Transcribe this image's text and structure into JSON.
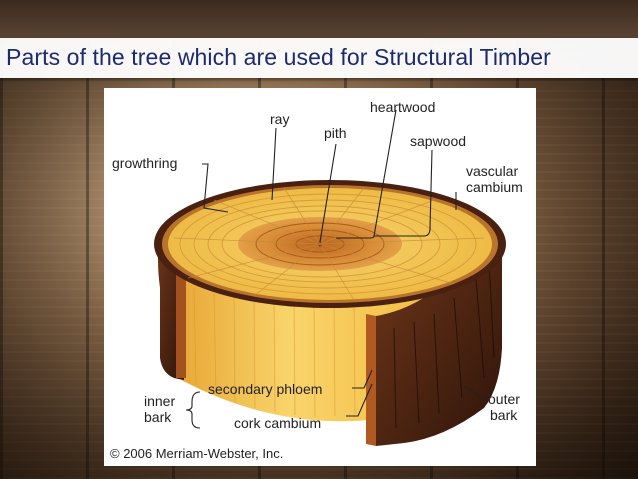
{
  "slide": {
    "title": "Parts of the tree which are used for Structural Timber"
  },
  "diagram": {
    "labels": {
      "ray": "ray",
      "pith": "pith",
      "heartwood": "heartwood",
      "sapwood": "sapwood",
      "vascular_cambium_line1": "vascular",
      "vascular_cambium_line2": "cambium",
      "growth_ring": "growthring",
      "inner_bark_line1": "inner",
      "inner_bark_line2": "bark",
      "secondary_phloem": "secondary phloem",
      "cork_cambium": "cork cambium",
      "outer_bark_line1": "outer",
      "outer_bark_line2": "bark"
    },
    "credit": "© 2006 Merriam-Webster, Inc.",
    "colors": {
      "sapwood": "#f3c24e",
      "heartwood": "#cf7f2c",
      "bark": "#5a2a14",
      "side": "#f0b640"
    }
  }
}
